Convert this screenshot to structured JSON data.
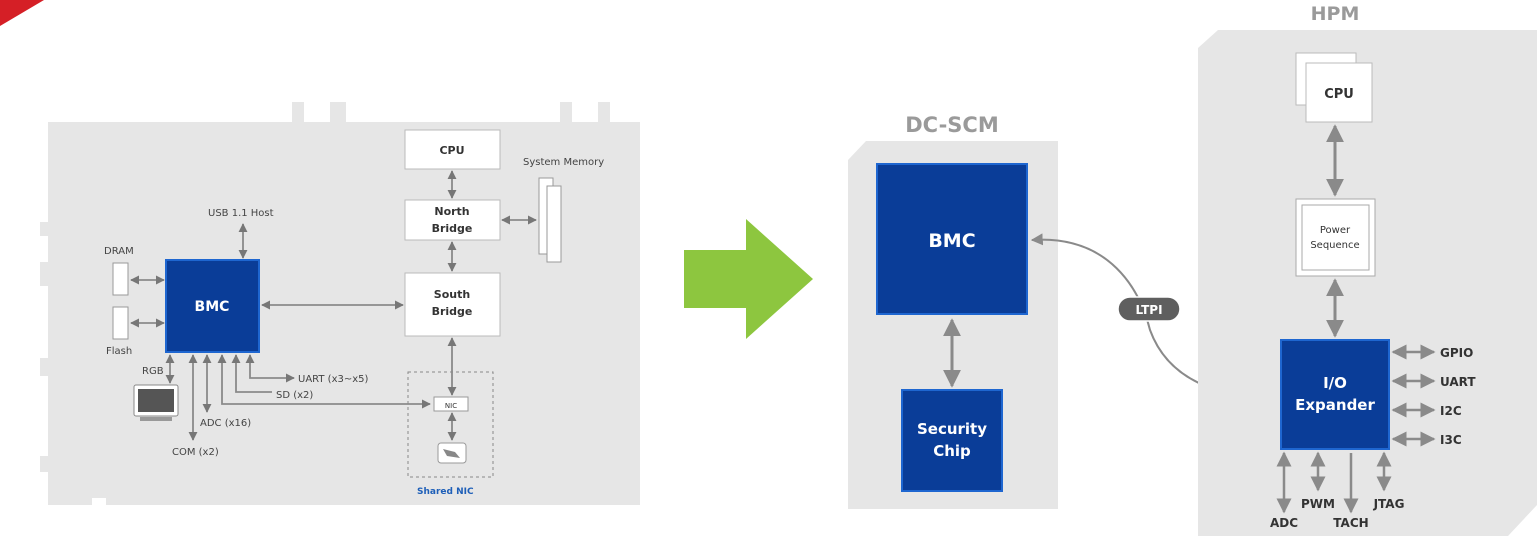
{
  "left_diagram": {
    "cpu": "CPU",
    "system_memory": "System Memory",
    "usb_host": "USB 1.1 Host",
    "north_bridge": [
      "North",
      "Bridge"
    ],
    "south_bridge": [
      "South",
      "Bridge"
    ],
    "dram": "DRAM",
    "flash": "Flash",
    "bmc": "BMC",
    "rgb": "RGB",
    "uart": "UART (x3~x5)",
    "sd": "SD (x2)",
    "adc": "ADC (x16)",
    "com": "COM (x2)",
    "nic": "NIC",
    "shared_nic": "Shared NIC"
  },
  "dcscm": {
    "title": "DC-SCM",
    "bmc": "BMC",
    "security_chip": [
      "Security",
      "Chip"
    ]
  },
  "ltpi": "LTPI",
  "hpm": {
    "title": "HPM",
    "cpu": "CPU",
    "power_sequence": [
      "Power",
      "Sequence"
    ],
    "io_expander": [
      "I/O",
      "Expander"
    ],
    "right_signals": [
      "GPIO",
      "UART",
      "I2C",
      "I3C"
    ],
    "bottom_signals": [
      "ADC",
      "PWM",
      "TACH",
      "JTAG"
    ]
  },
  "colors": {
    "bmc_blue": "#0A3D98",
    "bmc_border": "#1E66D0",
    "panel_gray": "#E6E6E6",
    "arrow_green": "#8DC63F",
    "line_gray": "#8A8A8A",
    "brand_red": "#D51F26"
  }
}
